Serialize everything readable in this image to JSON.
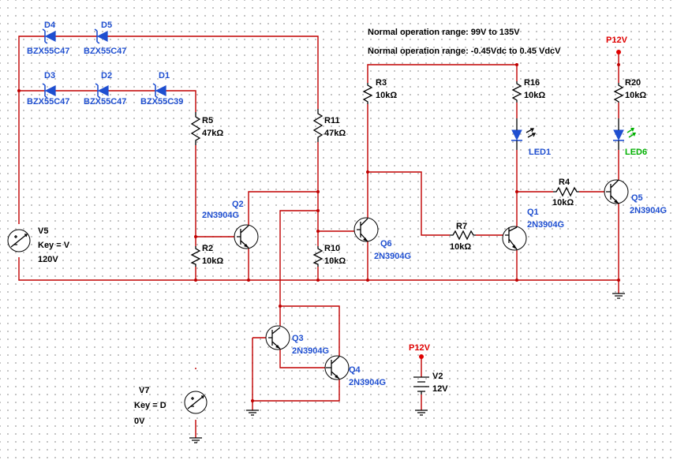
{
  "notes": [
    "Normal operation range: 99V to 135V",
    "Normal operation range: -0.45Vdc to 0.45 VdcV"
  ],
  "components": {
    "D4": {
      "ref": "D4",
      "value": "BZX55C47"
    },
    "D5": {
      "ref": "D5",
      "value": "BZX55C47"
    },
    "D3": {
      "ref": "D3",
      "value": "BZX55C47"
    },
    "D2": {
      "ref": "D2",
      "value": "BZX55C47"
    },
    "D1": {
      "ref": "D1",
      "value": "BZX55C39"
    },
    "R5": {
      "ref": "R5",
      "value": "47kΩ"
    },
    "R11": {
      "ref": "R11",
      "value": "47kΩ"
    },
    "R2": {
      "ref": "R2",
      "value": "10kΩ"
    },
    "R10": {
      "ref": "R10",
      "value": "10kΩ"
    },
    "R3": {
      "ref": "R3",
      "value": "10kΩ"
    },
    "R7": {
      "ref": "R7",
      "value": "10kΩ"
    },
    "R16": {
      "ref": "R16",
      "value": "10kΩ"
    },
    "R4": {
      "ref": "R4",
      "value": "10kΩ"
    },
    "R20": {
      "ref": "R20",
      "value": "10kΩ"
    },
    "Q2": {
      "ref": "Q2",
      "value": "2N3904G"
    },
    "Q6": {
      "ref": "Q6",
      "value": "2N3904G"
    },
    "Q1": {
      "ref": "Q1",
      "value": "2N3904G"
    },
    "Q5": {
      "ref": "Q5",
      "value": "2N3904G"
    },
    "Q3": {
      "ref": "Q3",
      "value": "2N3904G"
    },
    "Q4": {
      "ref": "Q4",
      "value": "2N3904G"
    },
    "LED1": {
      "ref": "LED1"
    },
    "LED6": {
      "ref": "LED6"
    },
    "V5": {
      "ref": "V5",
      "key": "Key = V",
      "value": "120V"
    },
    "V7": {
      "ref": "V7",
      "key": "Key = D",
      "value": "0V"
    },
    "V2": {
      "ref": "V2",
      "value": "12V"
    }
  },
  "power_labels": {
    "p12v_top": "P12V",
    "p12v_bottom": "P12V"
  },
  "colors": {
    "wire": "#c00000",
    "part": "#1f4fd0",
    "led_off": "#ffffff",
    "led_on": "#00b000"
  }
}
